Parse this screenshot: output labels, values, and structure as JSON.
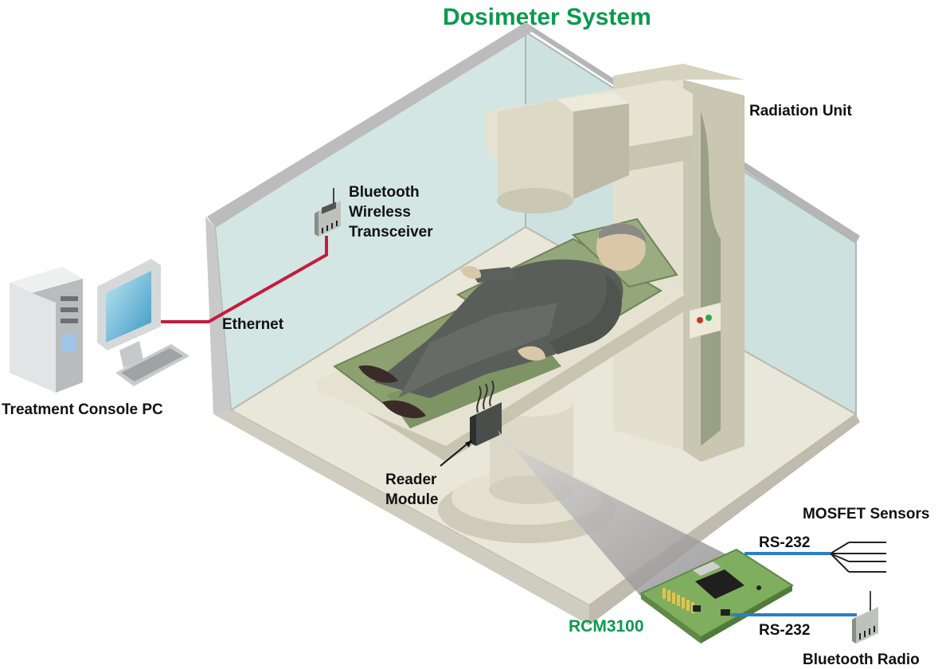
{
  "title": "Dosimeter System",
  "labels": {
    "radiation_unit": "Radiation Unit",
    "bt_transceiver": [
      "Bluetooth",
      "Wireless",
      "Transceiver"
    ],
    "ethernet": "Ethernet",
    "console_pc": "Treatment Console PC",
    "reader_module": [
      "Reader",
      "Module"
    ],
    "mosfet": "MOSFET Sensors",
    "rs232_top": "RS-232",
    "rs232_bottom": "RS-232",
    "rcm": "RCM3100",
    "bt_radio": "Bluetooth Radio"
  },
  "colors": {
    "title": "#0a9a4e",
    "ethernet_cable": "#c8193f",
    "rs232_cable": "#2a7fc9",
    "wall": "#cfe3e0",
    "machine": "#d9d6c6",
    "mattress": "#94a77a",
    "pcb": "#7fae5f"
  }
}
